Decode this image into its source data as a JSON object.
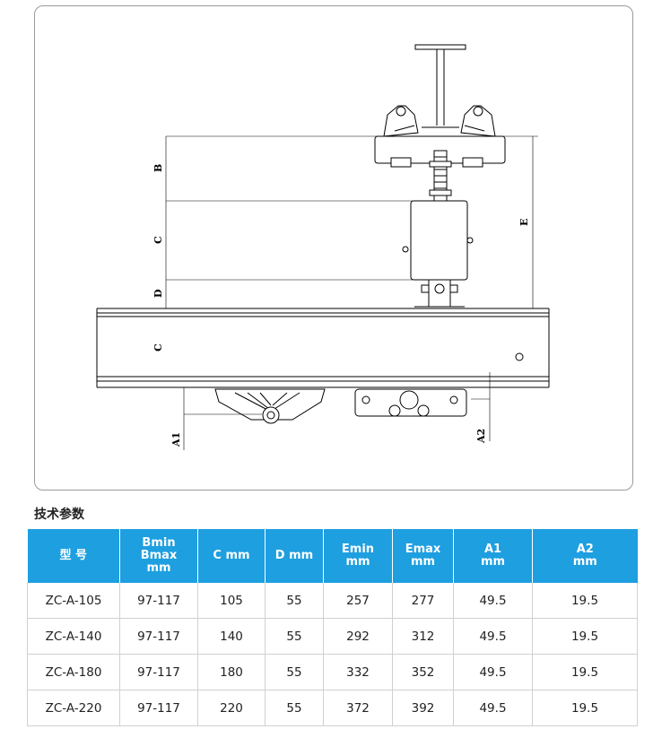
{
  "drawing": {
    "dimension_labels": {
      "B": "B",
      "C_upper": "C",
      "D": "D",
      "C_lower": "C",
      "E": "E",
      "A1": "A1",
      "A2": "A2"
    }
  },
  "section_title": "技术参数",
  "table": {
    "headers": [
      [
        "型  号"
      ],
      [
        "Bmin",
        "Bmax",
        "mm"
      ],
      [
        "C mm"
      ],
      [
        "D mm"
      ],
      [
        "Emin",
        "mm"
      ],
      [
        "Emax",
        "mm"
      ],
      [
        "A1",
        "mm"
      ],
      [
        "A2",
        "mm"
      ]
    ],
    "rows": [
      [
        "ZC-A-105",
        "97-117",
        "105",
        "55",
        "257",
        "277",
        "49.5",
        "19.5"
      ],
      [
        "ZC-A-140",
        "97-117",
        "140",
        "55",
        "292",
        "312",
        "49.5",
        "19.5"
      ],
      [
        "ZC-A-180",
        "97-117",
        "180",
        "55",
        "332",
        "352",
        "49.5",
        "19.5"
      ],
      [
        "ZC-A-220",
        "97-117",
        "220",
        "55",
        "372",
        "392",
        "49.5",
        "19.5"
      ]
    ]
  },
  "colors": {
    "header_bg": "#1e9fe0",
    "header_text": "#ffffff",
    "grid_line": "#d0d0d0"
  }
}
